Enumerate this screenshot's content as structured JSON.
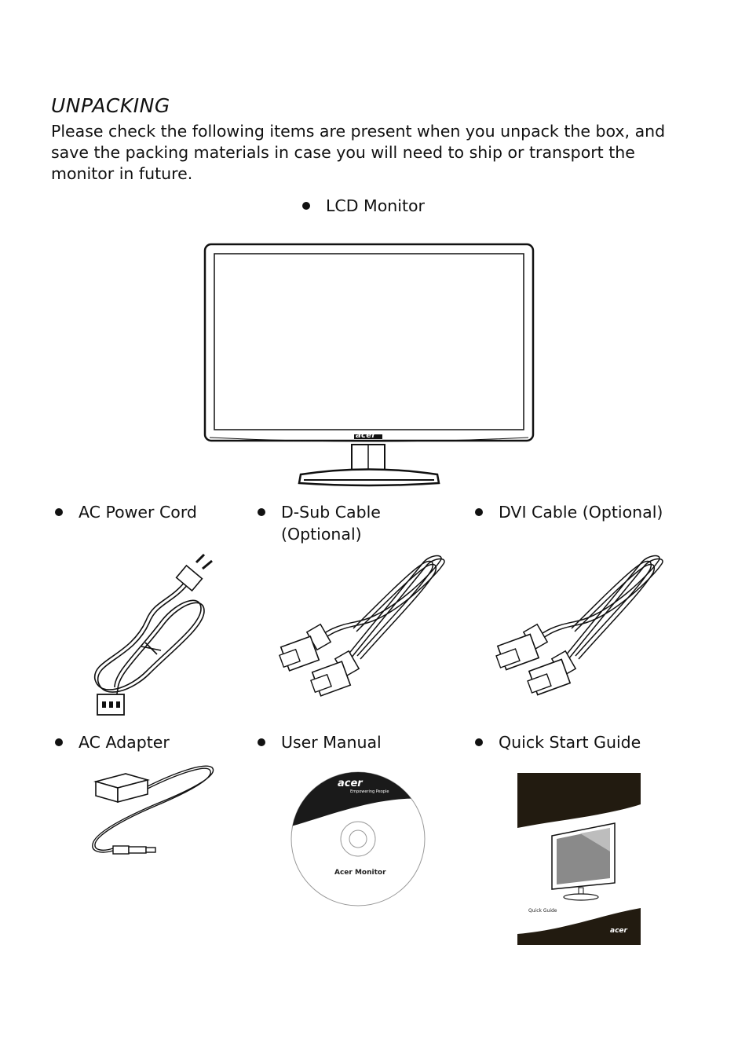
{
  "heading": "UNPACKING",
  "intro": "Please check the following items are present when you unpack the box, and save the packing materials in case you will need to ship or transport the monitor in future.",
  "items": [
    {
      "label": "LCD Monitor"
    },
    {
      "label": "AC Power Cord"
    },
    {
      "label": "D-Sub Cable (Optional)"
    },
    {
      "label": "DVI Cable (Optional)"
    },
    {
      "label": "AC Adapter"
    },
    {
      "label": "User Manual"
    },
    {
      "label": "Quick Start Guide"
    }
  ],
  "logos": {
    "monitor_logo": "acer",
    "cd_logo": "acer",
    "cd_tagline": "Empowering People",
    "guide_logo": "acer"
  },
  "cd_label": "Acer Monitor",
  "guide_label": "Quick Guide"
}
